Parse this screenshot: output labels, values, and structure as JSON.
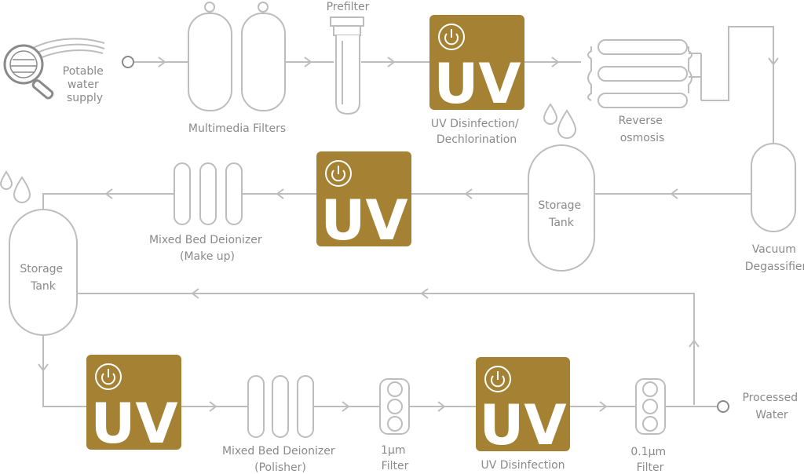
{
  "colors": {
    "uv_box": "#a58233",
    "line": "#bdbdbd",
    "text": "#8a8a8a"
  },
  "labels": {
    "potable": [
      "Potable",
      "water",
      "supply"
    ],
    "multimedia": "Multimedia Filters",
    "prefilter": "Prefilter",
    "uv_dechlor": [
      "UV Disinfection/",
      "Dechlorination"
    ],
    "reverse_osmosis": [
      "Reverse",
      "osmosis"
    ],
    "storage_tank_1": [
      "Storage",
      "Tank"
    ],
    "vacuum_degassifier": [
      "Vacuum",
      "Degassifier"
    ],
    "mixed_bed_makeup": [
      "Mixed Bed Deionizer",
      "(Make up)"
    ],
    "storage_tank_2": [
      "Storage",
      "Tank"
    ],
    "mixed_bed_polisher": [
      "Mixed Bed Deionizer",
      "(Polisher)"
    ],
    "filter_1um": [
      "1µm",
      "Filter"
    ],
    "uv_disinfection": "UV Disinfection",
    "filter_01um": [
      "0.1µm",
      "Filter"
    ],
    "processed_water": [
      "Processed",
      "Water"
    ]
  },
  "uv_boxes": [
    {
      "id": "uv-1",
      "text": "UV"
    },
    {
      "id": "uv-2",
      "text": "UV"
    },
    {
      "id": "uv-3",
      "text": "UV"
    },
    {
      "id": "uv-4",
      "text": "UV"
    }
  ],
  "icons": [
    "magnifier-icon",
    "power-icon",
    "droplet-icon",
    "arrow-icon"
  ]
}
